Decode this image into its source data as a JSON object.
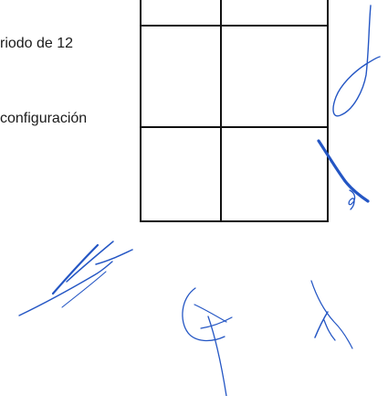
{
  "document": {
    "lines": [
      "riodo de 12",
      "configuración"
    ]
  },
  "signatures": [
    "signature-right-top",
    "signature-right-middle",
    "signature-bottom-left",
    "signature-bottom-center",
    "signature-bottom-right"
  ],
  "colors": {
    "text": "#1b1b1b",
    "grid": "#111111",
    "ink": "#2456c4"
  }
}
